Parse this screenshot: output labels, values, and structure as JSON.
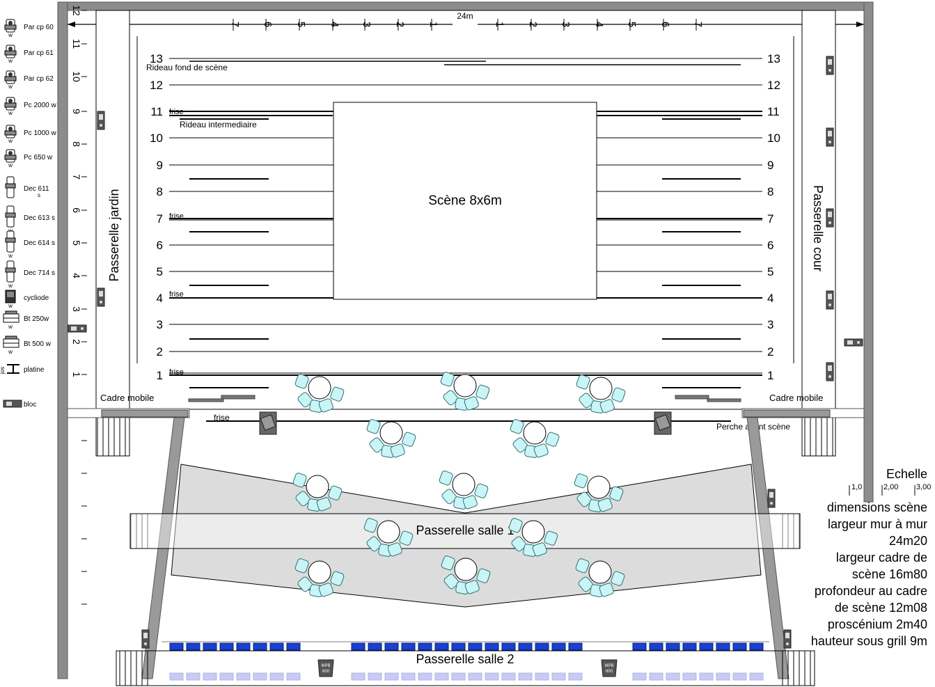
{
  "legend": [
    {
      "label": "Par cp 60",
      "sub": "w",
      "icon": "par-cp-60-icon"
    },
    {
      "label": "Par cp 61",
      "sub": "w",
      "icon": "par-cp-61-icon"
    },
    {
      "label": "Par cp 62",
      "sub": "w",
      "icon": "par-cp-62-icon"
    },
    {
      "label": "Pc 2000 w",
      "sub": "w",
      "icon": "pc-2000-icon"
    },
    {
      "label": "Pc 1000 w",
      "sub": "w",
      "icon": "pc-1000-icon"
    },
    {
      "label": "Pc 650 w",
      "sub": "w",
      "icon": "pc-650-icon"
    },
    {
      "label": "Dec 611",
      "sub": "s",
      "icon": "dec-611-icon"
    },
    {
      "label": "Dec 613 s",
      "sub": "w",
      "icon": "dec-613-icon"
    },
    {
      "label": "Dec 614 s",
      "sub": "w",
      "icon": "dec-614-icon"
    },
    {
      "label": "Dec 714 s",
      "sub": "w",
      "icon": "dec-714-icon"
    },
    {
      "label": "cycliode",
      "sub": "w",
      "icon": "cycliode-icon"
    },
    {
      "label": "Bt 250w",
      "sub": "w",
      "icon": "bt-250-icon"
    },
    {
      "label": "Bt 500 w",
      "sub": "w",
      "icon": "bt-500-icon"
    },
    {
      "label": "platine",
      "sub": "jos",
      "icon": "platine-icon"
    },
    {
      "label": "bloc",
      "sub": "",
      "icon": "bloc-icon"
    }
  ],
  "ruler": {
    "width_label": "24m",
    "top_ticks": [
      "7",
      "6",
      "5",
      "4",
      "3",
      "2",
      "1",
      "1",
      "2",
      "3",
      "4",
      "5",
      "6",
      "7"
    ],
    "left_ticks": [
      "12",
      "11",
      "10",
      "9",
      "8",
      "7",
      "6",
      "5",
      "4",
      "3",
      "2",
      "1"
    ]
  },
  "perches": [
    "13",
    "12",
    "11",
    "10",
    "9",
    "8",
    "7",
    "6",
    "5",
    "4",
    "3",
    "2",
    "1"
  ],
  "labels": {
    "rideau_fond": "Rideau fond de scène",
    "rideau_inter": "Rideau intermediaire",
    "frise": "frise",
    "scene": "Scène 8x6m",
    "passerelle_jardin": "Passerelle jardin",
    "passerelle_cour": "Passerelle cour",
    "cadre_mobile_left": "Cadre mobile",
    "cadre_mobile_right": "Cadre mobile",
    "perche_avant": "Perche avant scène",
    "passerelle_salle_1": "Passerelle salle 1",
    "passerelle_salle_2": "Passerelle salle 2",
    "mpb": "MPB",
    "mpb_num": "600"
  },
  "echelle": {
    "title": "Echelle",
    "ticks": [
      "1,0",
      "2,00",
      "3,00"
    ]
  },
  "dimensions": [
    "dimensions scène",
    "largeur mur à mur",
    "24m20",
    "largeur cadre de",
    "scène 16m80",
    "profondeur au cadre",
    "de scène 12m08",
    "proscénium 2m40",
    "hauteur sous grill 9m"
  ]
}
